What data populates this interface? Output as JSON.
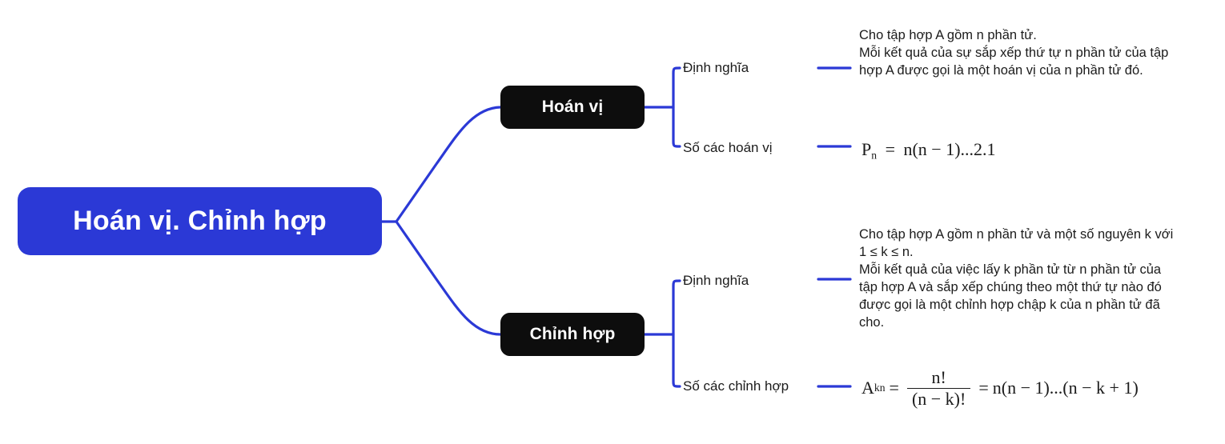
{
  "root": {
    "label": "Hoán vị. Chỉnh hợp",
    "color": "#2B39D6"
  },
  "theme": {
    "connector_color": "#2B39D6",
    "topic_color": "#0D0D0D",
    "text_color": "#1b1b1b",
    "background": "#ffffff"
  },
  "branches": [
    {
      "topic": "Hoán vị",
      "children": [
        {
          "label": "Định nghĩa",
          "note": "Cho tập hợp A gồm n phần tử.\nMỗi kết quả của sự sắp xếp thứ tự n phần tử của tập hợp A được gọi là một hoán vị của n phần tử đó."
        },
        {
          "label": "Số các hoán vị",
          "formula": {
            "base": "P",
            "sub": "n",
            "equals": "=",
            "rhs": "n(n − 1)...2.1"
          }
        }
      ]
    },
    {
      "topic": "Chỉnh hợp",
      "children": [
        {
          "label": "Định nghĩa",
          "note": "Cho tập hợp A gồm n phần tử và một số nguyên k với 1 ≤ k ≤ n.\nMỗi kết quả của việc lấy k phần tử từ n phần tử của tập hợp A và sắp xếp chúng theo một thứ tự nào đó được gọi là một chỉnh hợp chập k của n phần tử đã cho."
        },
        {
          "label": "Số các chỉnh hợp",
          "formula": {
            "base": "A",
            "sub": "n",
            "sup": "k",
            "equals": "=",
            "numerator": "n!",
            "denominator": "(n − k)!",
            "equals2": "=",
            "rhs": "n(n − 1)...(n − k + 1)"
          }
        }
      ]
    }
  ]
}
